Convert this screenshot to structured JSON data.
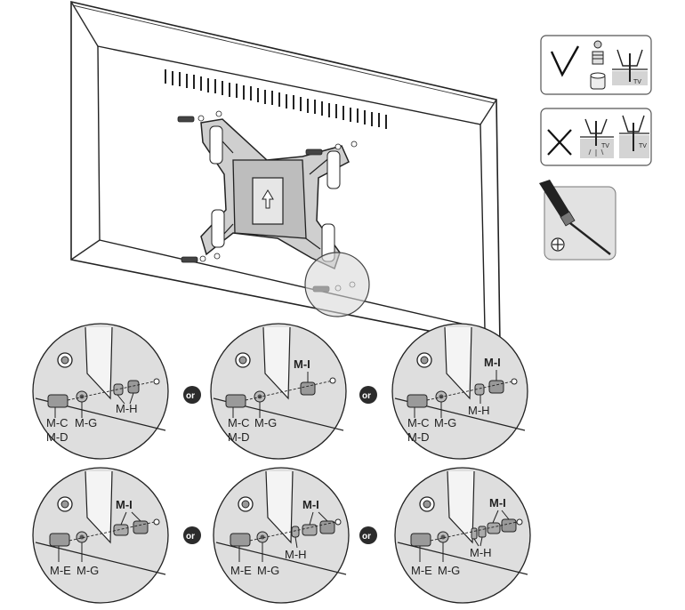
{
  "separator": "or",
  "labels": {
    "m_c": "M-C",
    "m_d": "M-D",
    "m_e": "M-E",
    "m_g": "M-G",
    "m_h": "M-H",
    "m_i": "M-I",
    "tv": "TV"
  },
  "colors": {
    "line": "#2a2a2a",
    "detail_fill": "#dedede",
    "bracket_fill": "#cfcfcf",
    "or_badge": "#2b2b2b",
    "panel_border": "#555555"
  },
  "icons": {
    "correct": "checkmark-icon",
    "incorrect": "cross-icon",
    "tool": "phillips-screwdriver-icon"
  }
}
